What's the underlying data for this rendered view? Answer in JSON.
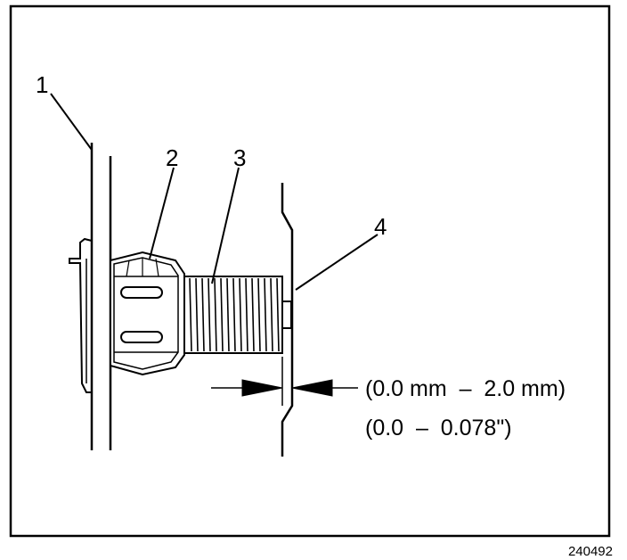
{
  "figure": {
    "callouts": [
      "1",
      "2",
      "3",
      "4"
    ],
    "dimension": {
      "metric": "(0.0 mm  –  2.0 mm)",
      "imperial": "(0.0  –  0.078\")"
    },
    "figure_id": "240492"
  }
}
